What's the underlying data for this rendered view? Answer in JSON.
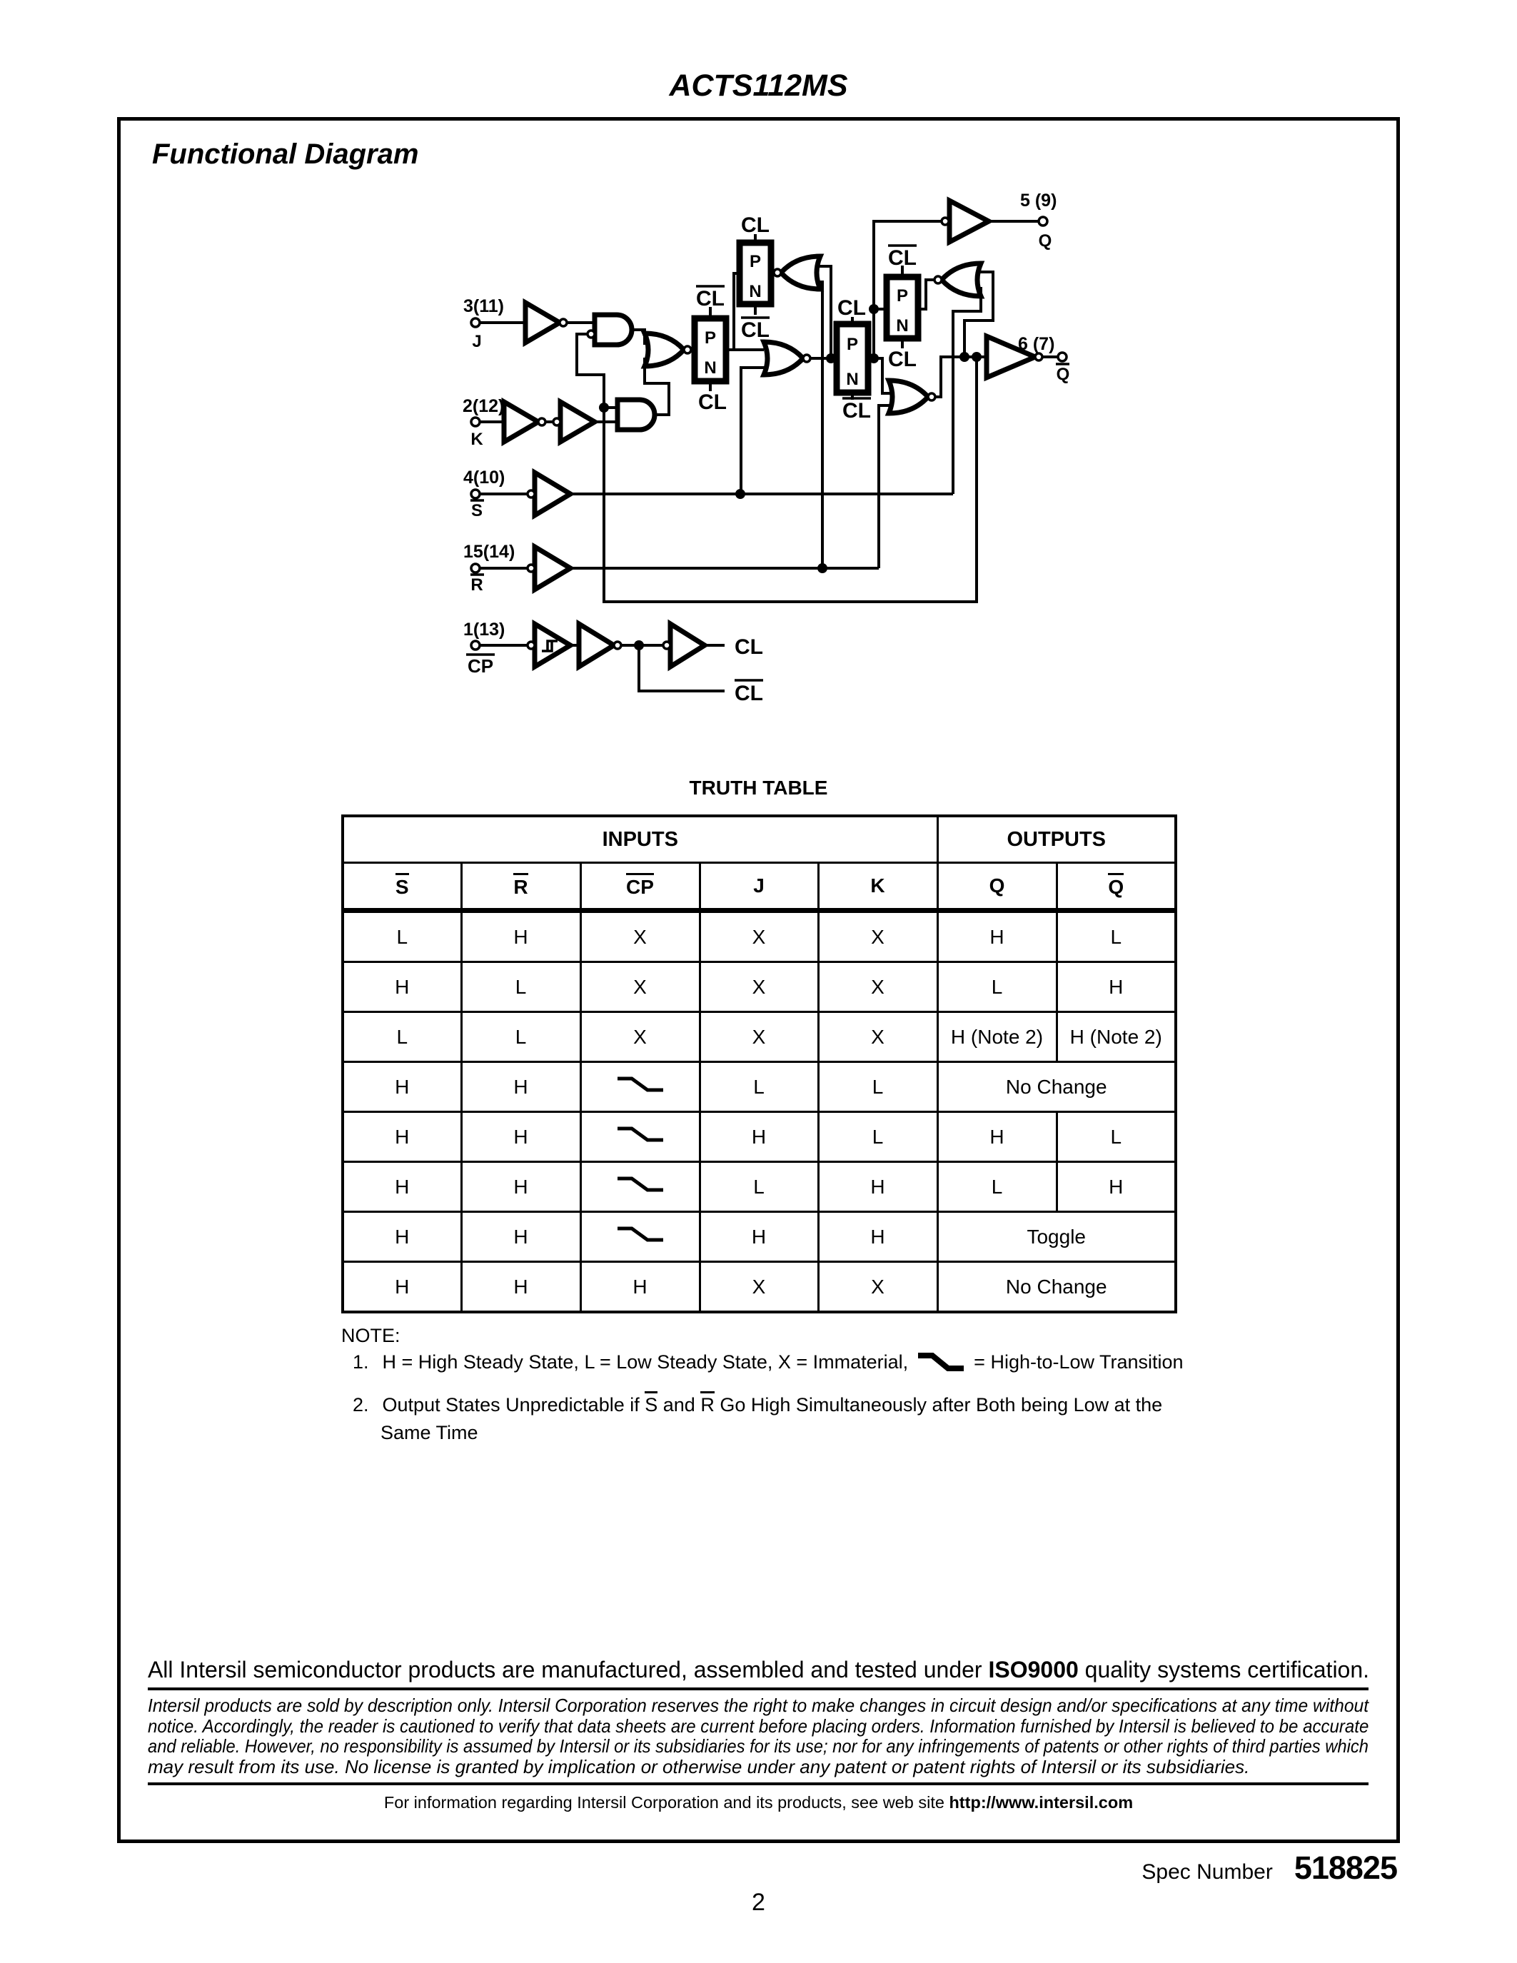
{
  "page": {
    "title": "ACTS112MS",
    "page_number": "2",
    "spec_label": "Spec Number",
    "spec_number": "518825"
  },
  "diagram": {
    "heading": "Functional Diagram",
    "pins": {
      "j": {
        "pin": "3(11)",
        "signal": "J"
      },
      "k": {
        "pin": "2(12)",
        "signal": "K"
      },
      "s": {
        "pin": "4(10)",
        "signal": "S",
        "overline": true
      },
      "r": {
        "pin": "15(14)",
        "signal": "R",
        "overline": true
      },
      "cp": {
        "pin": "1(13)",
        "signal": "CP",
        "overline": true
      },
      "q": {
        "pin": "5 (9)",
        "signal": "Q"
      },
      "qb": {
        "pin": "6 (7)",
        "signal": "Q",
        "overline": true
      }
    },
    "labels": {
      "cl": "CL",
      "cl_bar": "CL",
      "p": "P",
      "n": "N"
    }
  },
  "truth_table": {
    "title": "TRUTH TABLE",
    "groups": {
      "inputs": "INPUTS",
      "outputs": "OUTPUTS"
    },
    "columns": {
      "s": "S",
      "r": "R",
      "cp": "CP",
      "j": "J",
      "k": "K",
      "q": "Q",
      "qb": "Q"
    },
    "rows": [
      {
        "s": "L",
        "r": "H",
        "cp": "X",
        "j": "X",
        "k": "X",
        "q": "H",
        "qb": "L"
      },
      {
        "s": "H",
        "r": "L",
        "cp": "X",
        "j": "X",
        "k": "X",
        "q": "L",
        "qb": "H"
      },
      {
        "s": "L",
        "r": "L",
        "cp": "X",
        "j": "X",
        "k": "X",
        "q": "H (Note 2)",
        "qb": "H (Note 2)"
      },
      {
        "s": "H",
        "r": "H",
        "cp": "falling-edge",
        "j": "L",
        "k": "L",
        "out": "No Change"
      },
      {
        "s": "H",
        "r": "H",
        "cp": "falling-edge",
        "j": "H",
        "k": "L",
        "q": "H",
        "qb": "L"
      },
      {
        "s": "H",
        "r": "H",
        "cp": "falling-edge",
        "j": "L",
        "k": "H",
        "q": "L",
        "qb": "H"
      },
      {
        "s": "H",
        "r": "H",
        "cp": "falling-edge",
        "j": "H",
        "k": "H",
        "out": "Toggle"
      },
      {
        "s": "H",
        "r": "H",
        "cp": "H",
        "j": "X",
        "k": "X",
        "out": "No Change"
      }
    ]
  },
  "notes": {
    "label": "NOTE:",
    "note1": {
      "number": "1.",
      "pre": "H = High Steady State, L = Low Steady State, X = Immaterial,",
      "post": "= High-to-Low Transition"
    },
    "note2": {
      "number": "2.",
      "pre": "Output States Unpredictable if ",
      "s": "S",
      "mid": " and ",
      "r": "R",
      "post": " Go High Simultaneously after Both being Low at the",
      "line2": "Same Time"
    }
  },
  "footer": {
    "iso_pre": "All Intersil semiconductor products are manufactured, assembled and tested under ",
    "iso_bold": "ISO9000",
    "iso_post": " quality systems certification.",
    "legal_lines": [
      "Intersil products are sold by description only. Intersil Corporation reserves the right to make changes in circuit design and/or specifications at any time without",
      "notice. Accordingly, the reader is cautioned to verify that data sheets are current before placing orders. Information furnished by Intersil is believed to be accurate",
      "and reliable. However, no responsibility is assumed by Intersil or its subsidiaries for its use; nor for any infringements of patents or other rights of third parties which",
      "may result from its use. No license is granted by implication or otherwise under any patent or patent rights of Intersil or its subsidiaries."
    ],
    "info_pre": "For information regarding Intersil Corporation and its products, see web site  ",
    "info_url": "http://www.intersil.com"
  }
}
